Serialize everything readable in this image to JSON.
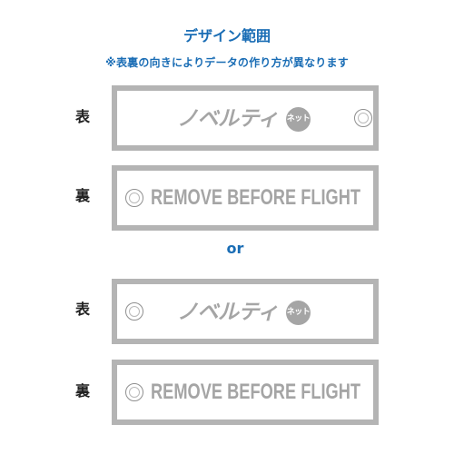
{
  "header": {
    "title": "デザイン範囲",
    "subtitle": "※表裏の向きによりデータの作り方が異なります"
  },
  "option_a": {
    "front_label": "表",
    "back_label": "裏",
    "front_brand": "ノベルティ",
    "front_badge": "ネット",
    "back_text": "REMOVE BEFORE FLIGHT"
  },
  "separator": "or",
  "option_b": {
    "front_label": "表",
    "back_label": "裏",
    "front_brand": "ノベルティ",
    "front_badge": "ネット",
    "back_text": "REMOVE BEFORE FLIGHT"
  },
  "colors": {
    "accent_blue": "#1a6db5",
    "tag_border_gray": "#b4b4b4",
    "print_gray": "#a5a5a5",
    "label_dark": "#222222"
  },
  "icons": {
    "grommet": "grommet-ring-icon",
    "badge": "net-badge-icon"
  }
}
